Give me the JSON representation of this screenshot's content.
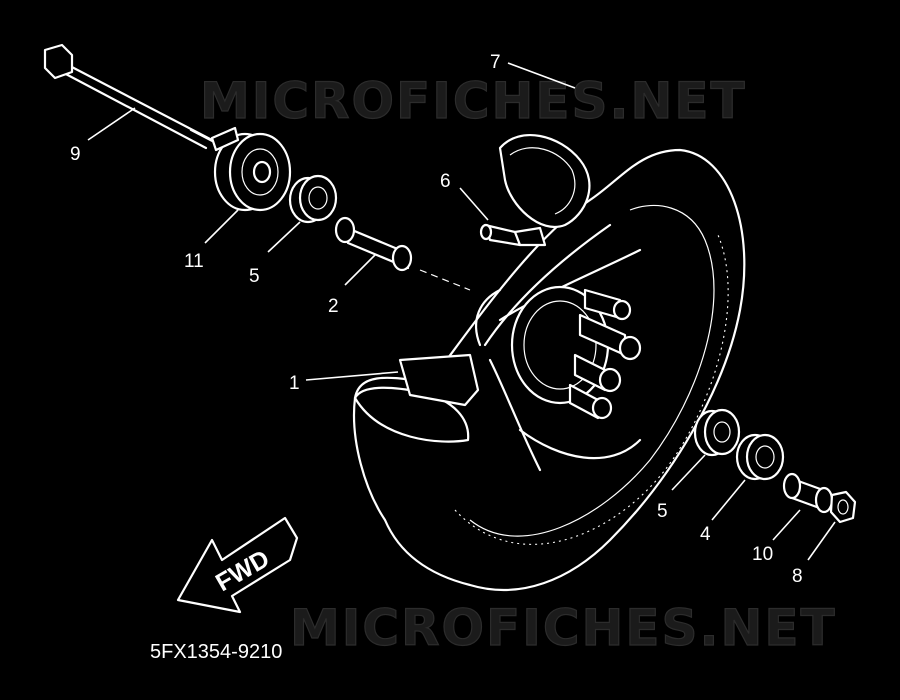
{
  "watermark": {
    "text": "MICROFICHES.NET"
  },
  "direction_arrow": {
    "label": "FWD"
  },
  "diagram_code": "5FX1354-9210",
  "callouts": {
    "c9": "9",
    "c7": "7",
    "c6": "6",
    "c11": "11",
    "c5a": "5",
    "c2": "2",
    "c1": "1",
    "c5b": "5",
    "c4": "4",
    "c10": "10",
    "c8": "8"
  }
}
